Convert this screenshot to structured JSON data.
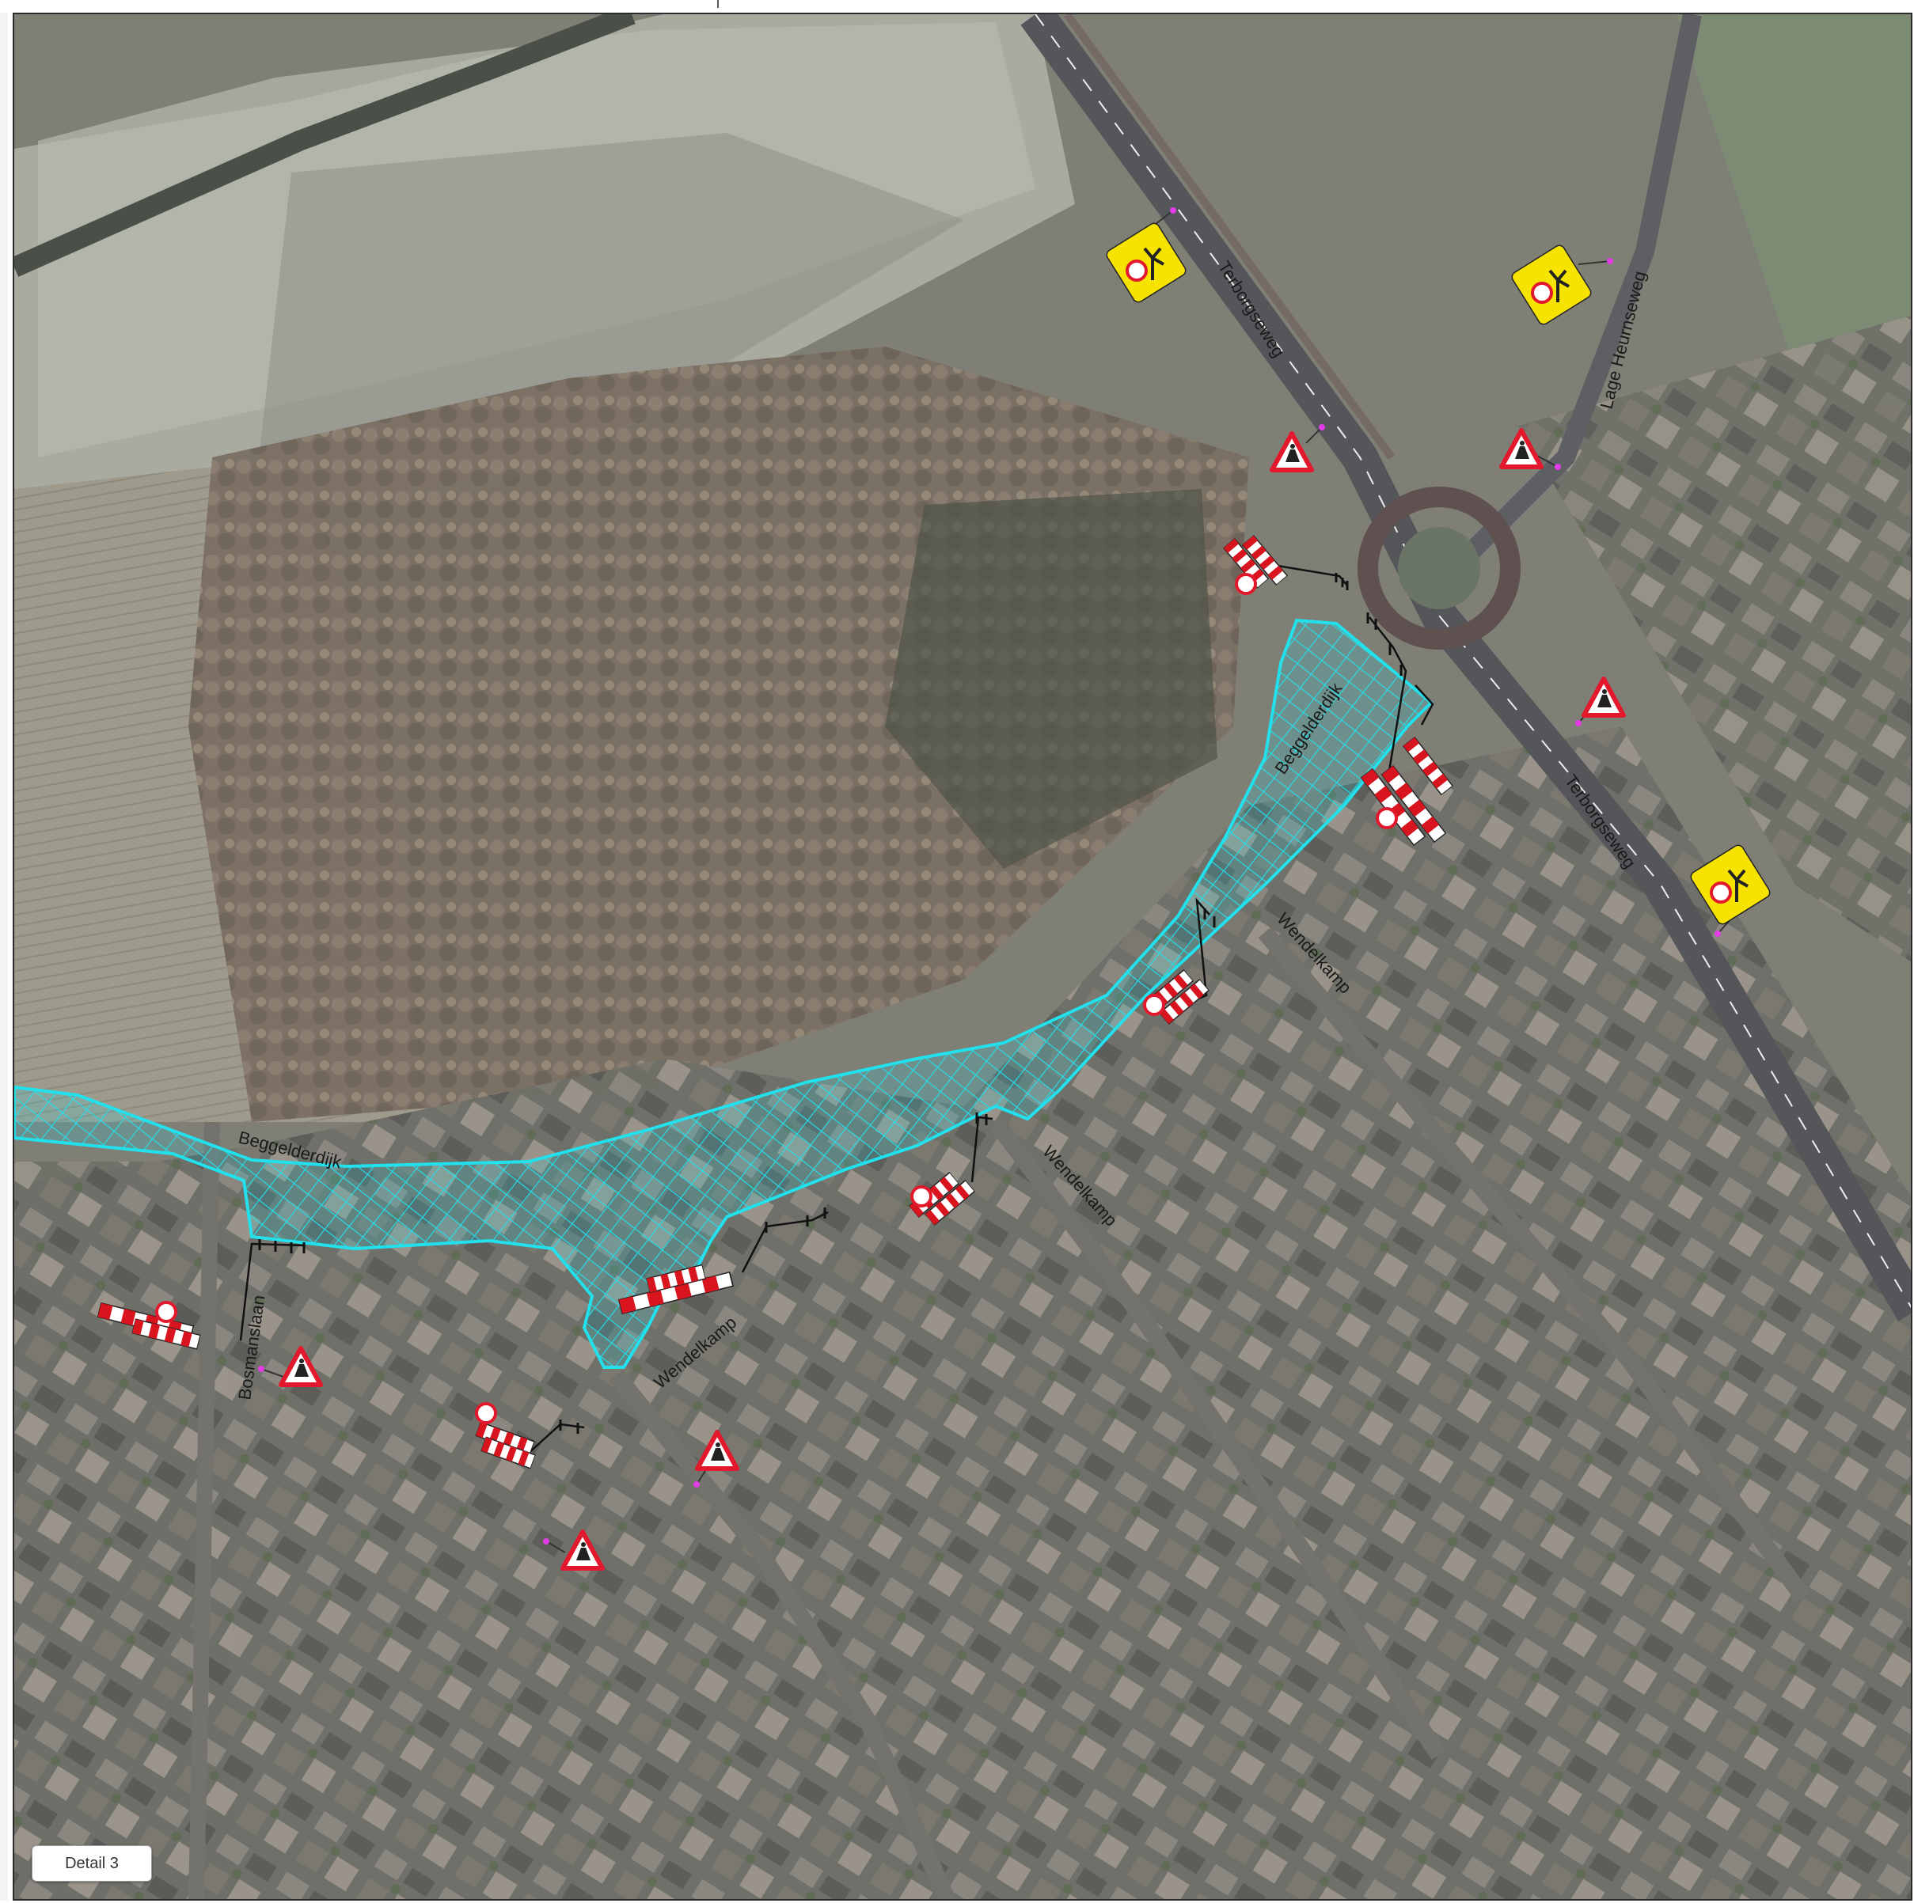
{
  "map": {
    "detail_label": "Detail 3",
    "area_color": "#22e0ec",
    "roads": [
      {
        "id": "terborgseweg-north",
        "label": "Terborgseweg"
      },
      {
        "id": "lage-heurnseweg",
        "label": "Lage Heurnseweg"
      },
      {
        "id": "terborgseweg-south",
        "label": "Terborgseweg"
      },
      {
        "id": "beggelderdijk-east",
        "label": "Beggelderdijk"
      },
      {
        "id": "beggelderdijk-west",
        "label": "Beggelderdijk"
      },
      {
        "id": "wendelkamp-east",
        "label": "Wendelkamp"
      },
      {
        "id": "wendelkamp-mid",
        "label": "Wendelkamp"
      },
      {
        "id": "wendelkamp-west",
        "label": "Wendelkamp"
      },
      {
        "id": "bosmanslaan",
        "label": "Bosmanslaan"
      }
    ],
    "signs": [
      {
        "type": "detour-sign",
        "icon": "detour-roundabout-icon"
      },
      {
        "type": "detour-sign",
        "icon": "detour-roundabout-icon"
      },
      {
        "type": "detour-sign",
        "icon": "detour-roundabout-icon"
      },
      {
        "type": "warning-sign",
        "icon": "roadworks-triangle-icon"
      },
      {
        "type": "barrier",
        "icon": "road-closed-icon"
      }
    ]
  }
}
